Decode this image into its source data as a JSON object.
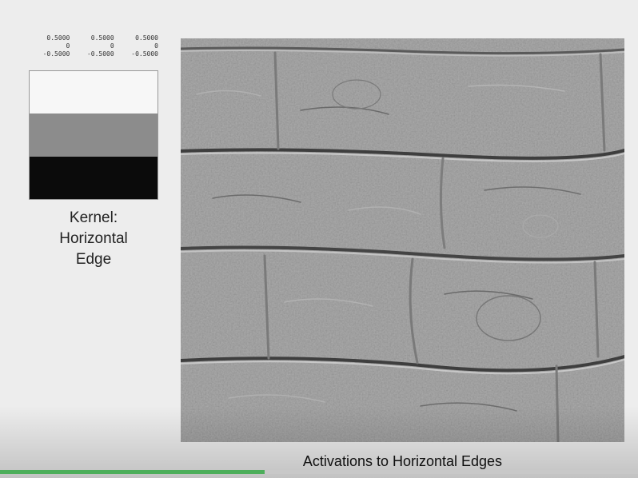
{
  "kernel": {
    "matrix": [
      [
        "0.5000",
        "0.5000",
        "0.5000"
      ],
      [
        "0",
        "0",
        "0"
      ],
      [
        "-0.5000",
        "-0.5000",
        "-0.5000"
      ]
    ],
    "row_colors": [
      "#f7f7f7",
      "#8c8c8c",
      "#0b0b0b"
    ],
    "caption_lines": [
      "Kernel:",
      "Horizontal",
      "Edge"
    ]
  },
  "activation_image": {
    "caption": "Activations to Horizontal Edges",
    "base_color": "#8c8c8c"
  },
  "video_player": {
    "progress_fraction": 0.415,
    "progress_color": "#4cae5a"
  }
}
